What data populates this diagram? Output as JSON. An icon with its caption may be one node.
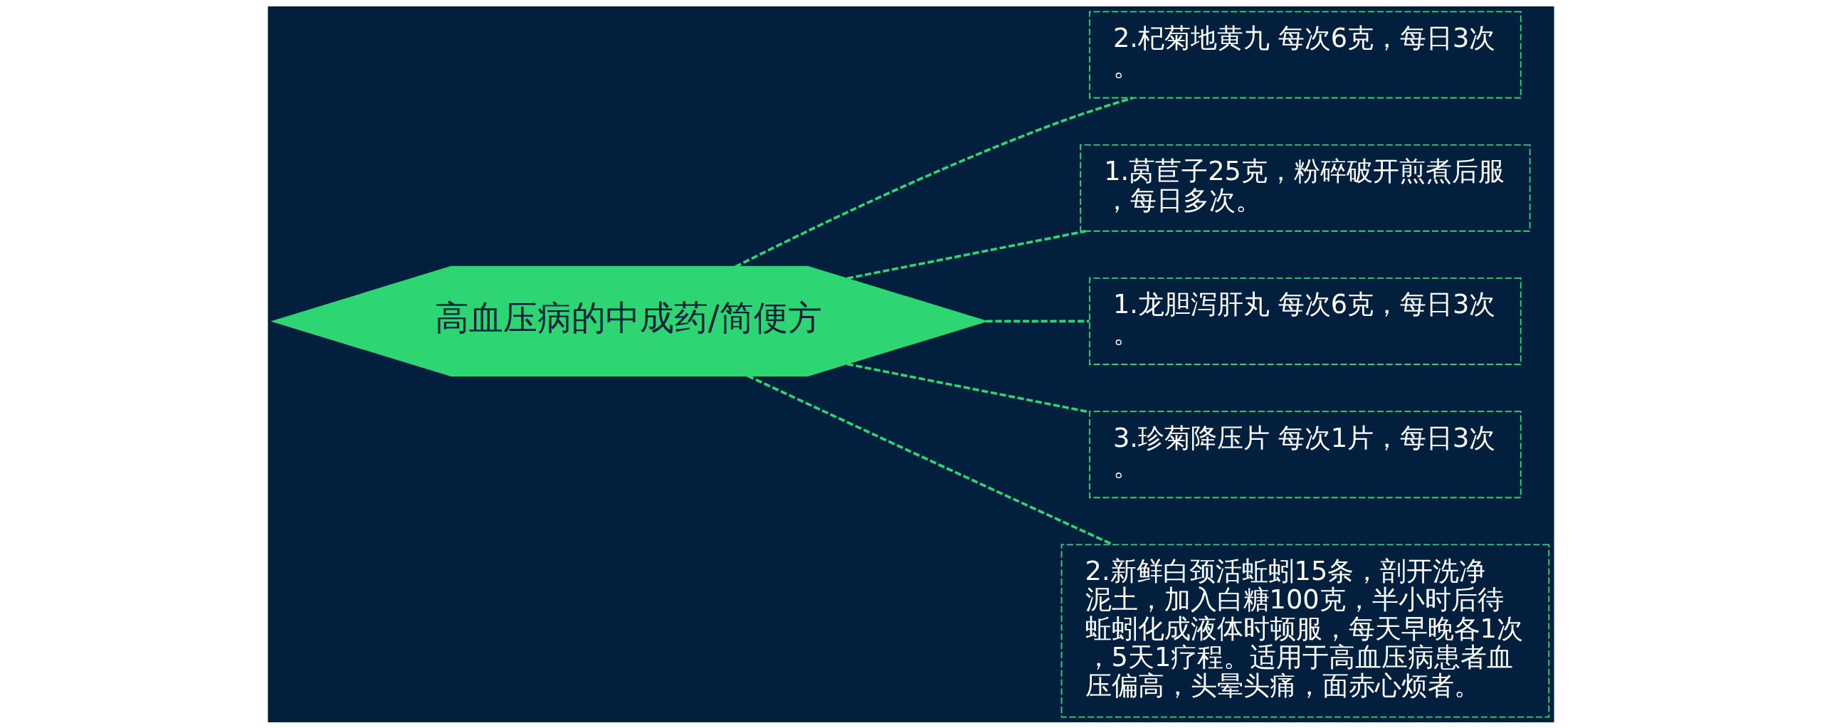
{
  "diagram": {
    "nodes": [
      {
        "text": [
          "高血压病的中成药/简便方"
        ]
      },
      {
        "text": [
          "2.杞菊地黄九 每次6克，每日3次。"
        ]
      },
      {
        "text": [
          "1.莴苣子25克，粉碎破开煎煮后服，每日多次。"
        ]
      },
      {
        "text": [
          "1.龙胆泻肝丸 每次6克，每日3次。"
        ]
      },
      {
        "text": [
          "3.珍菊降压片 每次1片，每日3次。"
        ]
      },
      {
        "text": [
          "2.新鲜白颈活蚯蚓15条，剖开洗净泥土，加入白糖100克，半小时后待蚯蚓化成液体时顿服，每天早晚各1次，5天1疗程。适用于高血压病患者血压偏高，头晕头痛，面赤心烦者。"
        ]
      }
    ],
    "edges": [
      {
        "from": 0,
        "to": 1,
        "arrow": "none",
        "style": "dashed"
      },
      {
        "from": 0,
        "to": 2,
        "arrow": "none",
        "style": "dashed"
      },
      {
        "from": 0,
        "to": 3,
        "arrow": "none",
        "style": "dashed"
      },
      {
        "from": 0,
        "to": 4,
        "arrow": "none",
        "style": "dashed"
      },
      {
        "from": 0,
        "to": 5,
        "arrow": "none",
        "style": "dashed"
      }
    ]
  }
}
